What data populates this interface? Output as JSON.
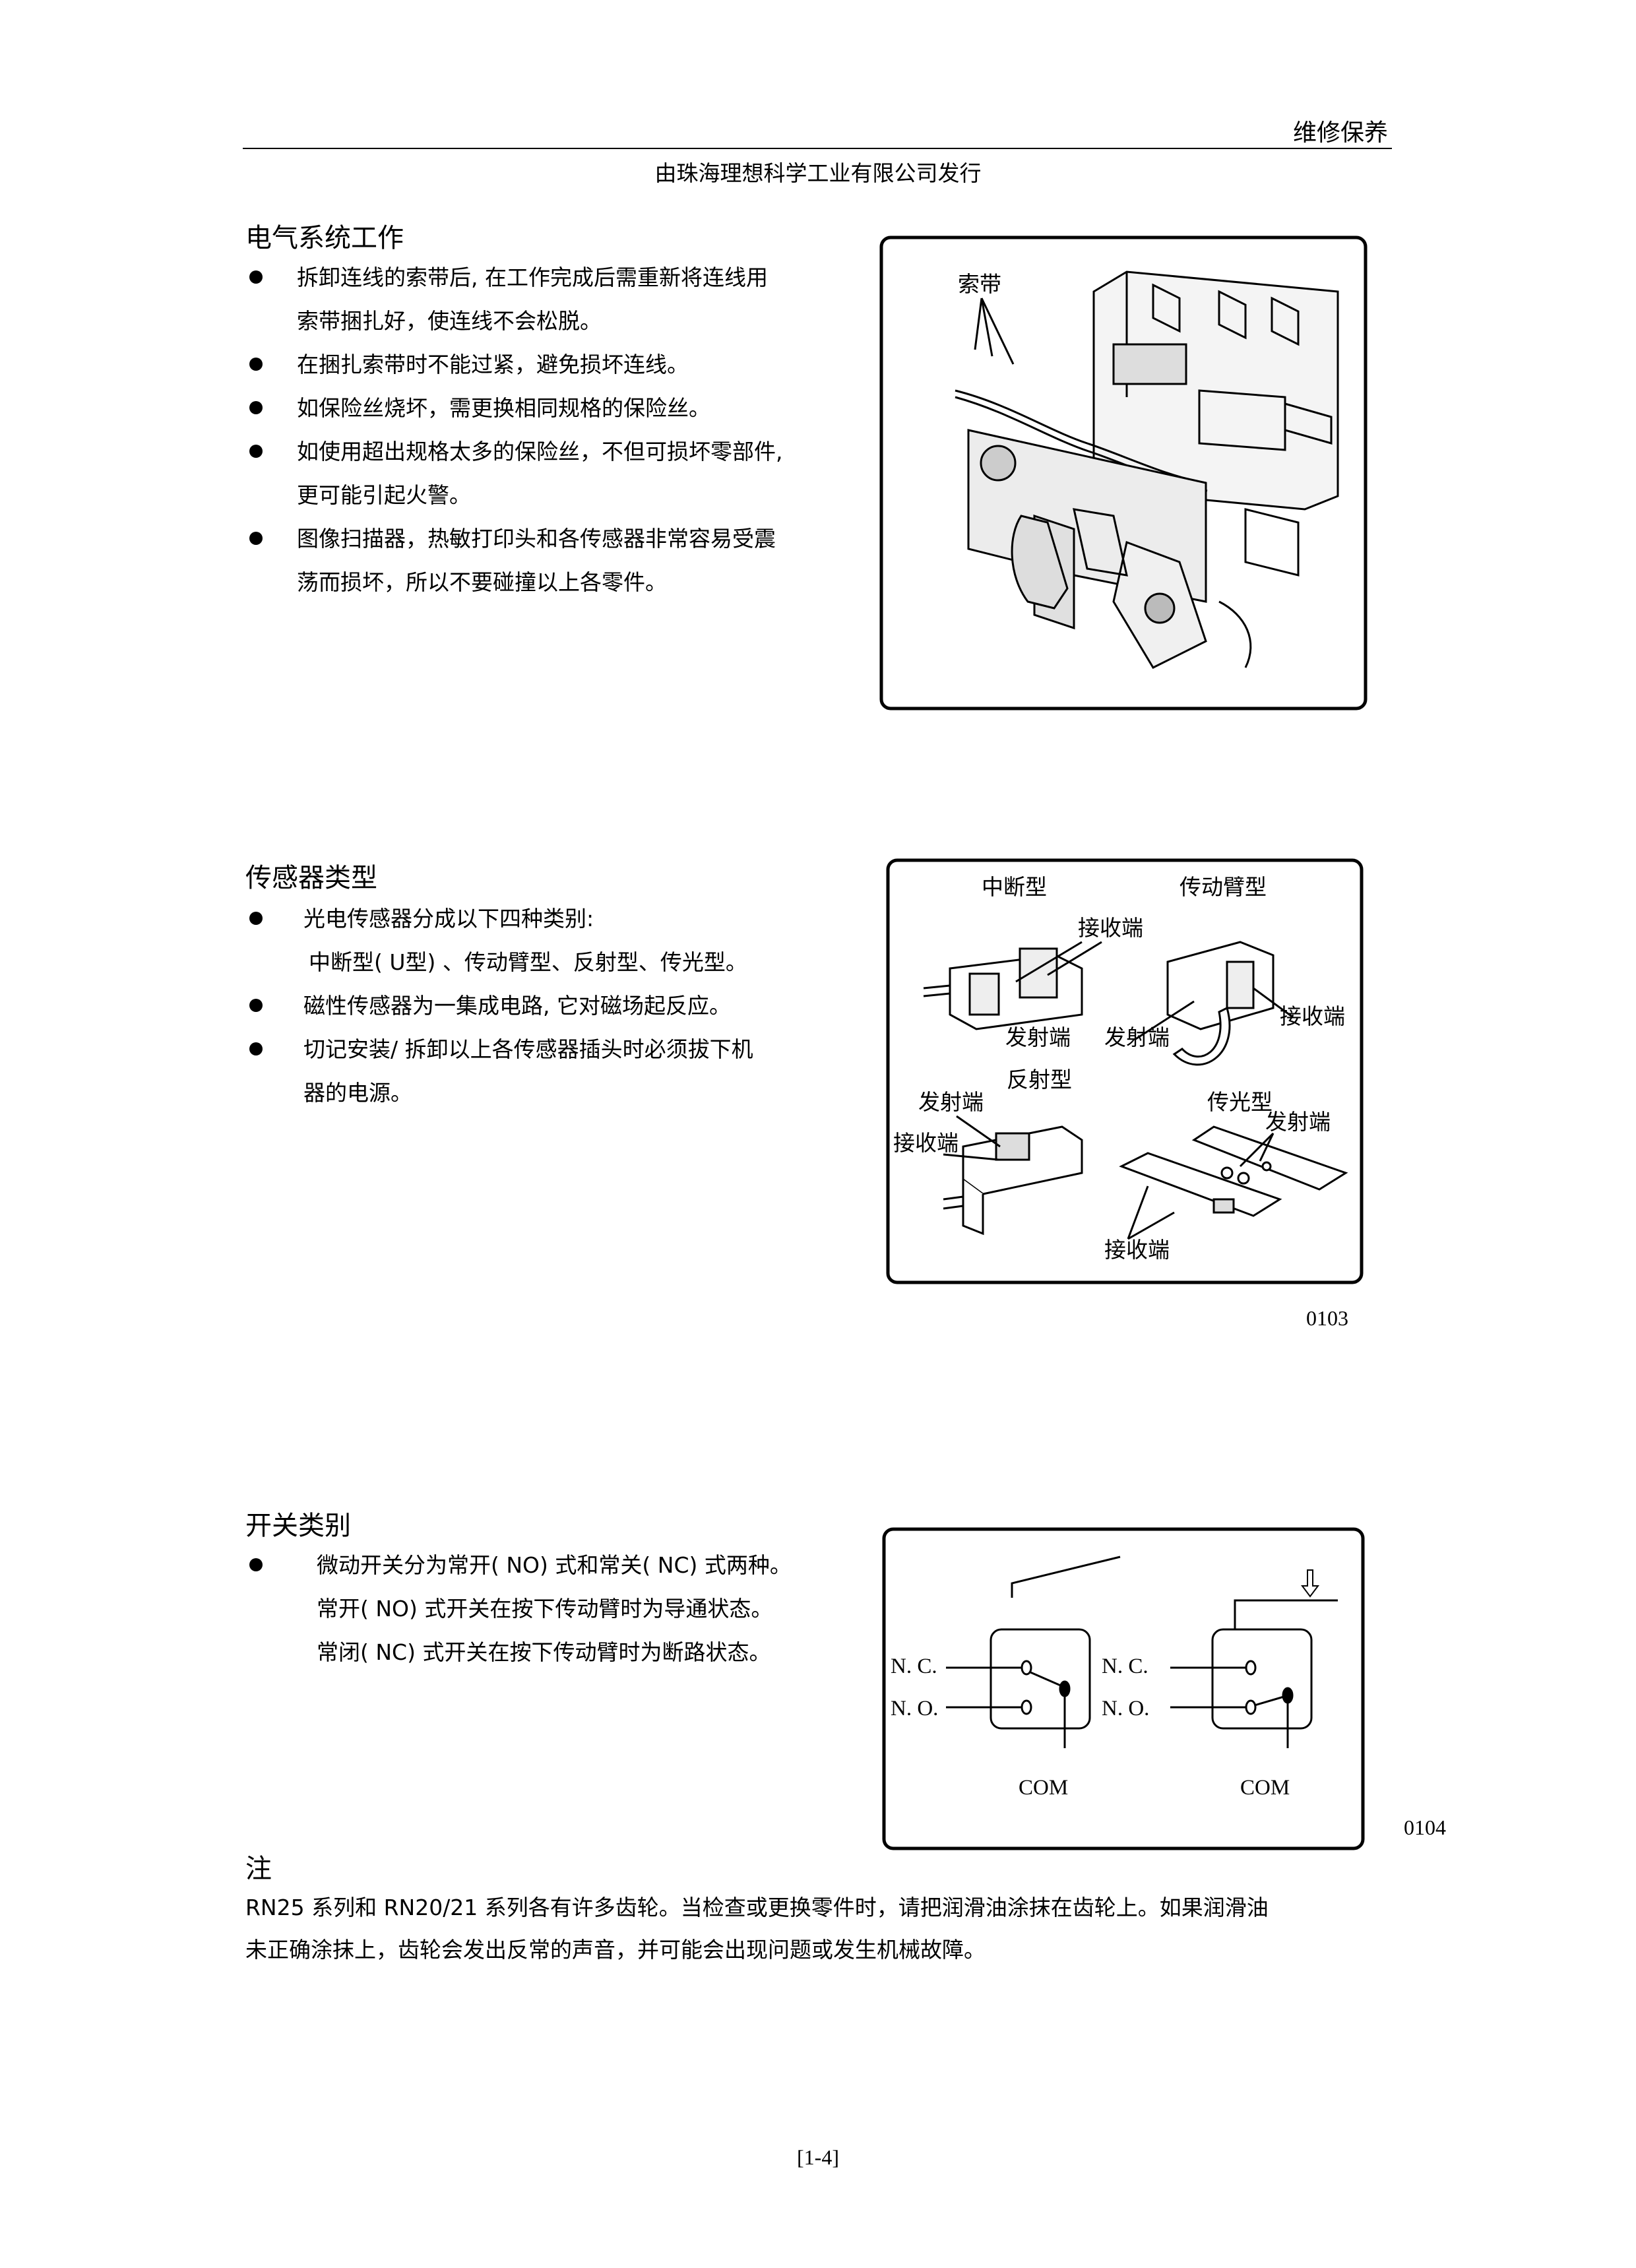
{
  "header": {
    "section": "维修保养",
    "publisher": "由珠海理想科学工业有限公司发行"
  },
  "sections": [
    {
      "title": "电气系统工作",
      "bullets": [
        [
          "拆卸连线的索带后, 在工作完成后需重新将连线用",
          "索带捆扎好，使连线不会松脱。"
        ],
        [
          "在捆扎索带时不能过紧，避免损坏连线。"
        ],
        [
          "如保险丝烧坏，需更换相同规格的保险丝。"
        ],
        [
          "如使用超出规格太多的保险丝，不但可损坏零部件,",
          "更可能引起火警。"
        ],
        [
          "图像扫描器，热敏打印头和各传感器非常容易受震",
          "荡而损坏，所以不要碰撞以上各零件。"
        ]
      ],
      "figure": {
        "label": "索带"
      }
    },
    {
      "title": "传感器类型",
      "bullets": [
        [
          "光电传感器分成以下四种类别:",
          "中断型( U型) 、传动臂型、反射型、传光型。"
        ],
        [
          "磁性传感器为一集成电路, 它对磁场起反应。"
        ],
        [
          "切记安装/ 拆卸以上各传感器插头时必须拔下机",
          "器的电源。"
        ]
      ],
      "figure": {
        "labels": {
          "interrupt": "中断型",
          "actuator": "传动臂型",
          "receiver_1": "接收端",
          "receiver_2": "接收端",
          "emitter_1": "发射端",
          "emitter_2": "发射端",
          "reflective": "反射型",
          "emitter_3": "发射端",
          "receiver_3": "接收端",
          "transmissive": "传光型",
          "emitter_4": "发射端",
          "receiver_4": "接收端"
        },
        "number": "0103"
      }
    },
    {
      "title": "开关类别",
      "bullets": [
        [
          "微动开关分为常开( NO) 式和常关( NC) 式两种。",
          "常开( NO) 式开关在按下传动臂时为导通状态。",
          "常闭( NC) 式开关在按下传动臂时为断路状态。"
        ]
      ],
      "figure": {
        "nc": "N. C.",
        "no": "N. O.",
        "com": "COM",
        "number": "0104"
      }
    }
  ],
  "note": {
    "title": "注",
    "lines": [
      "RN25 系列和 RN20/21 系列各有许多齿轮。当检查或更换零件时，请把润滑油涂抹在齿轮上。如果润滑油",
      "未正确涂抹上，齿轮会发出反常的声音，并可能会出现问题或发生机械故障。"
    ]
  },
  "page_number": "[1-4]"
}
